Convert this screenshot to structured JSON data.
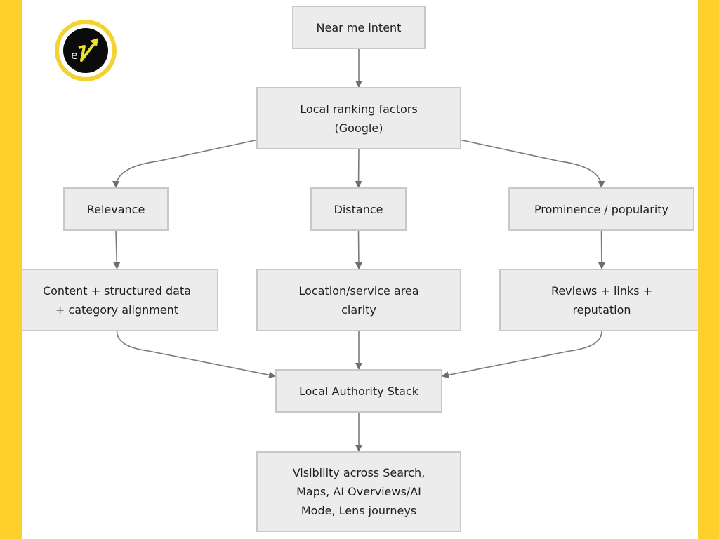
{
  "logo": {
    "text": "eV",
    "icon": "ev-logo-arrow-icon"
  },
  "nodes": {
    "near_me_intent": "Near me intent",
    "local_ranking_factors": "Local ranking factors\n(Google)",
    "relevance": "Relevance",
    "distance": "Distance",
    "prominence": "Prominence / popularity",
    "content_structured": "Content + structured data\n+ category alignment",
    "location_clarity": "Location/service area\nclarity",
    "reviews_links": "Reviews + links +\nreputation",
    "local_authority_stack": "Local Authority Stack",
    "visibility": "Visibility across Search,\nMaps, AI Overviews/AI\nMode, Lens journeys"
  },
  "edges": [
    [
      "near_me_intent",
      "local_ranking_factors"
    ],
    [
      "local_ranking_factors",
      "relevance"
    ],
    [
      "local_ranking_factors",
      "distance"
    ],
    [
      "local_ranking_factors",
      "prominence"
    ],
    [
      "relevance",
      "content_structured"
    ],
    [
      "distance",
      "location_clarity"
    ],
    [
      "prominence",
      "reviews_links"
    ],
    [
      "content_structured",
      "local_authority_stack"
    ],
    [
      "location_clarity",
      "local_authority_stack"
    ],
    [
      "reviews_links",
      "local_authority_stack"
    ],
    [
      "local_authority_stack",
      "visibility"
    ]
  ],
  "colors": {
    "accent_bar": "#fdd02b",
    "node_fill": "#ececec",
    "node_border": "#c8c8c8",
    "edge": "#7a7a7a"
  }
}
